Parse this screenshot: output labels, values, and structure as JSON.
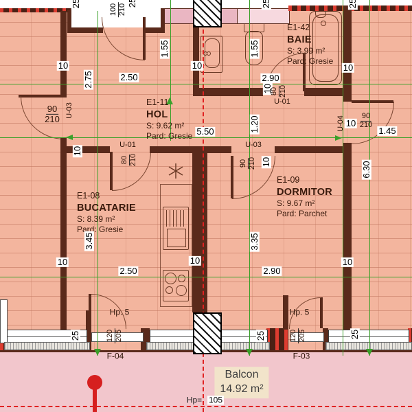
{
  "rooms": {
    "baie": {
      "id": "E1-42",
      "name": "BAIE",
      "area": "S: 3.99 m²",
      "floor": "Pard: Gresie"
    },
    "hol": {
      "id": "E1-11",
      "name": "HOL",
      "area": "S: 9.62 m²",
      "floor": "Pard: Gresie"
    },
    "bucatarie": {
      "id": "E1-08",
      "name": "BUCATARIE",
      "area": "S: 8.39 m²",
      "floor": "Pard: Gresie"
    },
    "dormitor": {
      "id": "E1-09",
      "name": "DORMITOR",
      "area": "S: 9.67 m²",
      "floor": "Pard: Parchet"
    },
    "balcon": {
      "name": "Balcon",
      "area": "14.92 m²"
    }
  },
  "dims": {
    "d10": "10",
    "d25": "25",
    "hol_width": "2.50",
    "hol_height": "2.75",
    "hol_length": "5.50",
    "hol_nook": "1.55",
    "baie_width": "2.90",
    "baie_nook": "1.55",
    "corridor": "1.20",
    "right_door_span": "1.45",
    "right_height": "6.30",
    "buc_height": "3.45",
    "buc_width": "2.50",
    "dorm_height": "3.35",
    "dorm_width": "2.90"
  },
  "doors": {
    "u01": "U-01",
    "u03": "U-03",
    "u04": "U-04",
    "w80": "80",
    "w90": "90",
    "w100": "100",
    "w120": "120",
    "h205": "205",
    "h210": "210"
  },
  "annotations": {
    "hp5": "Hp. 5",
    "hp_eq": "Hp=",
    "hp_val": "105",
    "f03": "F-03",
    "f04": "F-04"
  },
  "colors": {
    "floor": "#f3b59e",
    "balcony": "#f2c6cc",
    "wall": "#5a2a1b",
    "dim_line": "#3aa02a",
    "axis_red": "#e02222",
    "pink_wall": "#eab6c2"
  }
}
